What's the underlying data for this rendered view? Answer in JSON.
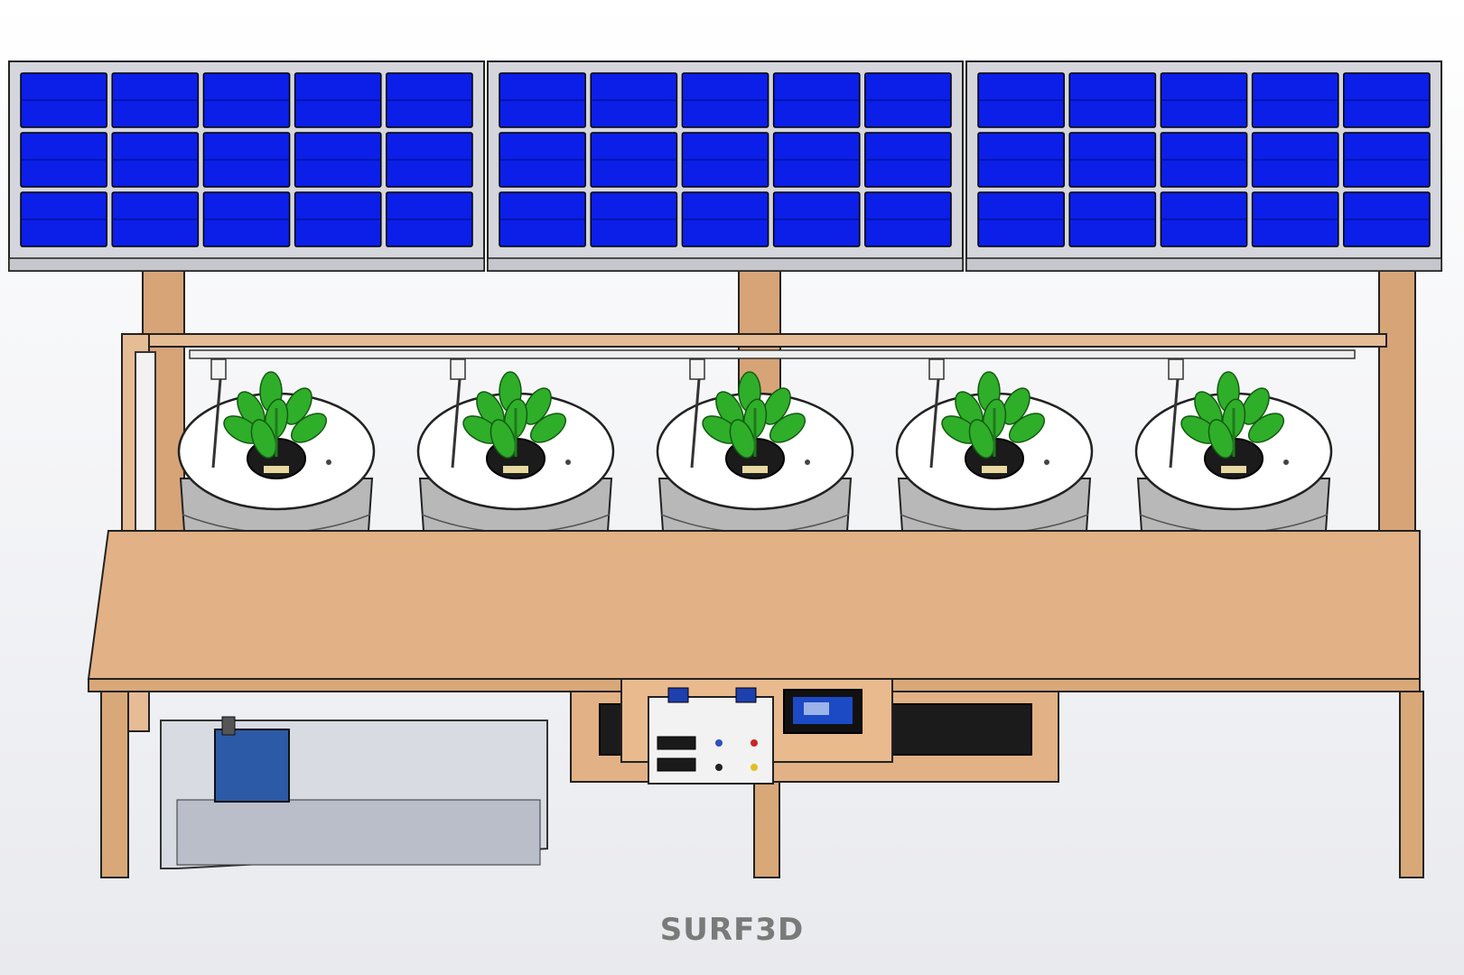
{
  "watermark": {
    "text": "SURF3D"
  },
  "colors": {
    "panel_cell": "#0b1fe8",
    "panel_frame": "#d4d6dc",
    "wood": "#e2b185",
    "wood_dark": "#c99669",
    "bucket": "#b8b8b8",
    "lid": "#ffffff",
    "leaf": "#2fae2a",
    "tank_glass": "#c8ccd6",
    "pump": "#2c5aa6",
    "watermark": "#7a7a7a"
  },
  "scene": {
    "solar_panel_count": 3,
    "cell_grid": {
      "columns": 5,
      "rows": 3
    },
    "bucket_count": 5
  }
}
